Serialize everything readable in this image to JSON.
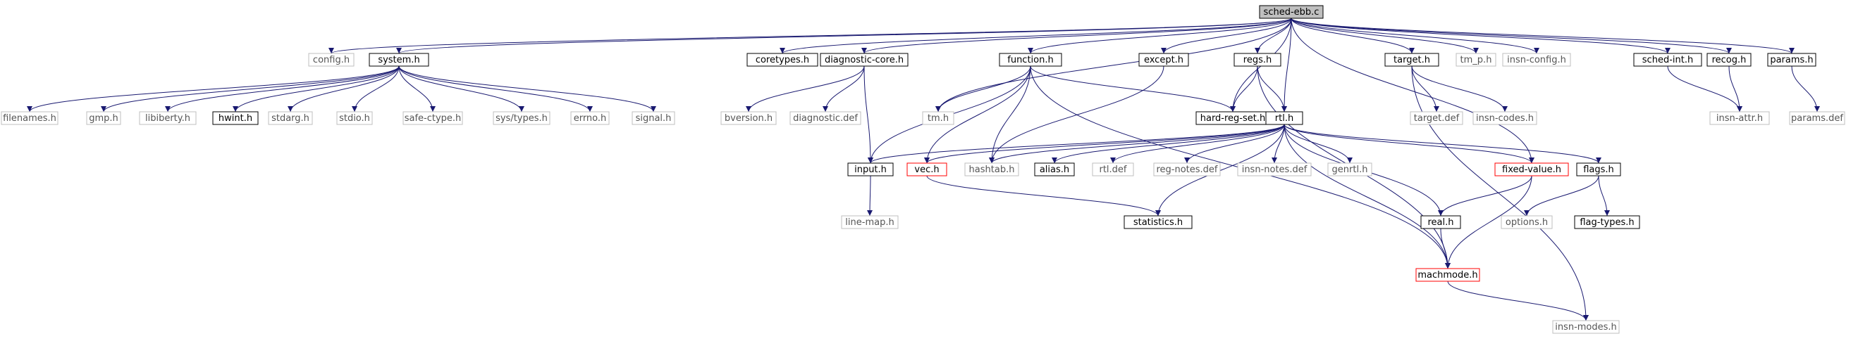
{
  "diagram": {
    "colors": {
      "edge": "#191970",
      "box_black": "#000000",
      "box_gray": "#bfbfbf",
      "box_red": "#ff0000",
      "root_fill": "#bfbfbf",
      "text": "#000000",
      "text_dim": "#555555"
    },
    "nodes": [
      {
        "id": "sched-ebb",
        "label": "sched-ebb.c",
        "style": "root"
      },
      {
        "id": "config",
        "label": "config.h",
        "style": "gray"
      },
      {
        "id": "system",
        "label": "system.h",
        "style": "black"
      },
      {
        "id": "coretypes",
        "label": "coretypes.h",
        "style": "black"
      },
      {
        "id": "diagcore",
        "label": "diagnostic-core.h",
        "style": "black"
      },
      {
        "id": "function",
        "label": "function.h",
        "style": "black"
      },
      {
        "id": "except",
        "label": "except.h",
        "style": "black"
      },
      {
        "id": "regs",
        "label": "regs.h",
        "style": "black"
      },
      {
        "id": "target",
        "label": "target.h",
        "style": "black"
      },
      {
        "id": "tm_p",
        "label": "tm_p.h",
        "style": "gray"
      },
      {
        "id": "insnconfig",
        "label": "insn-config.h",
        "style": "gray"
      },
      {
        "id": "schedint",
        "label": "sched-int.h",
        "style": "black"
      },
      {
        "id": "recog",
        "label": "recog.h",
        "style": "black"
      },
      {
        "id": "params",
        "label": "params.h",
        "style": "black"
      },
      {
        "id": "filenames",
        "label": "filenames.h",
        "style": "gray"
      },
      {
        "id": "gmp",
        "label": "gmp.h",
        "style": "gray"
      },
      {
        "id": "libiberty",
        "label": "libiberty.h",
        "style": "gray"
      },
      {
        "id": "hwint",
        "label": "hwint.h",
        "style": "black"
      },
      {
        "id": "stdarg",
        "label": "stdarg.h",
        "style": "gray"
      },
      {
        "id": "stdio",
        "label": "stdio.h",
        "style": "gray"
      },
      {
        "id": "safectype",
        "label": "safe-ctype.h",
        "style": "gray"
      },
      {
        "id": "systypes",
        "label": "sys/types.h",
        "style": "gray"
      },
      {
        "id": "errno",
        "label": "errno.h",
        "style": "gray"
      },
      {
        "id": "signal",
        "label": "signal.h",
        "style": "gray"
      },
      {
        "id": "bversion",
        "label": "bversion.h",
        "style": "gray"
      },
      {
        "id": "diagdef",
        "label": "diagnostic.def",
        "style": "gray"
      },
      {
        "id": "tm",
        "label": "tm.h",
        "style": "gray"
      },
      {
        "id": "hardregset",
        "label": "hard-reg-set.h",
        "style": "black"
      },
      {
        "id": "rtl",
        "label": "rtl.h",
        "style": "black"
      },
      {
        "id": "targetdef",
        "label": "target.def",
        "style": "gray"
      },
      {
        "id": "insncodes",
        "label": "insn-codes.h",
        "style": "gray"
      },
      {
        "id": "insnattr",
        "label": "insn-attr.h",
        "style": "gray"
      },
      {
        "id": "paramsdef",
        "label": "params.def",
        "style": "gray"
      },
      {
        "id": "input",
        "label": "input.h",
        "style": "black"
      },
      {
        "id": "vec",
        "label": "vec.h",
        "style": "red"
      },
      {
        "id": "hashtab",
        "label": "hashtab.h",
        "style": "gray"
      },
      {
        "id": "alias",
        "label": "alias.h",
        "style": "black"
      },
      {
        "id": "rtldef",
        "label": "rtl.def",
        "style": "gray"
      },
      {
        "id": "regnotes",
        "label": "reg-notes.def",
        "style": "gray"
      },
      {
        "id": "insnnotes",
        "label": "insn-notes.def",
        "style": "gray"
      },
      {
        "id": "genrtl",
        "label": "genrtl.h",
        "style": "gray"
      },
      {
        "id": "fixedvalue",
        "label": "fixed-value.h",
        "style": "red"
      },
      {
        "id": "flags",
        "label": "flags.h",
        "style": "black"
      },
      {
        "id": "linemap",
        "label": "line-map.h",
        "style": "gray"
      },
      {
        "id": "statistics",
        "label": "statistics.h",
        "style": "black"
      },
      {
        "id": "real",
        "label": "real.h",
        "style": "black"
      },
      {
        "id": "options",
        "label": "options.h",
        "style": "gray"
      },
      {
        "id": "flagtypes",
        "label": "flag-types.h",
        "style": "black"
      },
      {
        "id": "machmode",
        "label": "machmode.h",
        "style": "red"
      },
      {
        "id": "insnmodes",
        "label": "insn-modes.h",
        "style": "gray"
      }
    ],
    "edges": [
      [
        "sched-ebb",
        "config"
      ],
      [
        "sched-ebb",
        "system"
      ],
      [
        "sched-ebb",
        "coretypes"
      ],
      [
        "sched-ebb",
        "diagcore"
      ],
      [
        "sched-ebb",
        "function"
      ],
      [
        "sched-ebb",
        "except"
      ],
      [
        "sched-ebb",
        "regs"
      ],
      [
        "sched-ebb",
        "target"
      ],
      [
        "sched-ebb",
        "tm_p"
      ],
      [
        "sched-ebb",
        "insnconfig"
      ],
      [
        "sched-ebb",
        "schedint"
      ],
      [
        "sched-ebb",
        "recog"
      ],
      [
        "sched-ebb",
        "params"
      ],
      [
        "sched-ebb",
        "tm"
      ],
      [
        "sched-ebb",
        "hardregset"
      ],
      [
        "sched-ebb",
        "rtl"
      ],
      [
        "sched-ebb",
        "fixedvalue"
      ],
      [
        "system",
        "filenames"
      ],
      [
        "system",
        "gmp"
      ],
      [
        "system",
        "libiberty"
      ],
      [
        "system",
        "hwint"
      ],
      [
        "system",
        "stdarg"
      ],
      [
        "system",
        "stdio"
      ],
      [
        "system",
        "safectype"
      ],
      [
        "system",
        "systypes"
      ],
      [
        "system",
        "errno"
      ],
      [
        "system",
        "signal"
      ],
      [
        "diagcore",
        "bversion"
      ],
      [
        "diagcore",
        "diagdef"
      ],
      [
        "diagcore",
        "input"
      ],
      [
        "function",
        "tm"
      ],
      [
        "function",
        "hardregset"
      ],
      [
        "function",
        "input"
      ],
      [
        "function",
        "vec"
      ],
      [
        "function",
        "hashtab"
      ],
      [
        "function",
        "machmode"
      ],
      [
        "except",
        "hashtab"
      ],
      [
        "regs",
        "hardregset"
      ],
      [
        "regs",
        "rtl"
      ],
      [
        "regs",
        "machmode"
      ],
      [
        "target",
        "targetdef"
      ],
      [
        "target",
        "insncodes"
      ],
      [
        "target",
        "insnmodes"
      ],
      [
        "schedint",
        "insnattr"
      ],
      [
        "recog",
        "insnattr"
      ],
      [
        "params",
        "paramsdef"
      ],
      [
        "rtl",
        "input"
      ],
      [
        "rtl",
        "vec"
      ],
      [
        "rtl",
        "hashtab"
      ],
      [
        "rtl",
        "alias"
      ],
      [
        "rtl",
        "rtldef"
      ],
      [
        "rtl",
        "regnotes"
      ],
      [
        "rtl",
        "insnnotes"
      ],
      [
        "rtl",
        "genrtl"
      ],
      [
        "rtl",
        "fixedvalue"
      ],
      [
        "rtl",
        "flags"
      ],
      [
        "rtl",
        "real"
      ],
      [
        "rtl",
        "statistics"
      ],
      [
        "rtl",
        "machmode"
      ],
      [
        "input",
        "linemap"
      ],
      [
        "vec",
        "statistics"
      ],
      [
        "fixedvalue",
        "real"
      ],
      [
        "fixedvalue",
        "machmode"
      ],
      [
        "real",
        "machmode"
      ],
      [
        "flags",
        "options"
      ],
      [
        "flags",
        "flagtypes"
      ],
      [
        "machmode",
        "insnmodes"
      ]
    ]
  }
}
